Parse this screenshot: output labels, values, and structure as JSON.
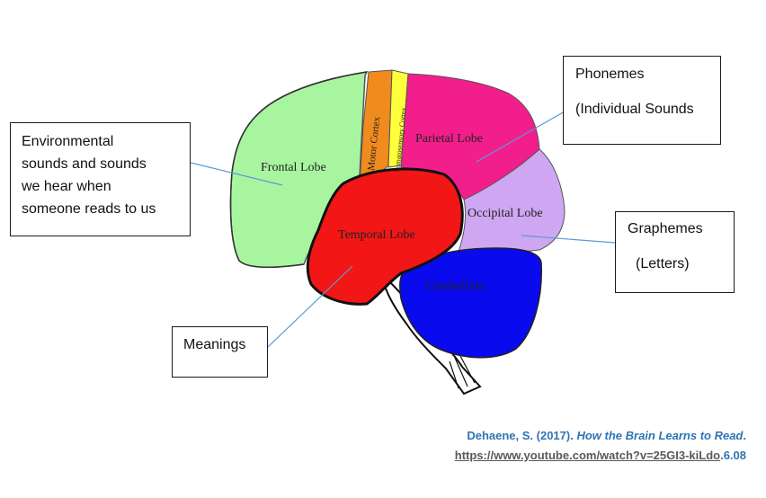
{
  "diagram": {
    "lobes": {
      "frontal": "Frontal Lobe",
      "motor": "Motor Cortex",
      "somatosensory": "Somatosensory Cortex",
      "parietal": "Parietal Lobe",
      "occipital": "Occipital Lobe",
      "temporal": "Temporal Lobe",
      "cerebellum": "Cerebellum"
    },
    "colors": {
      "frontal": "#a8f5a0",
      "motor": "#f08c1e",
      "somatosensory": "#ffff3c",
      "parietal": "#f21e8c",
      "occipital": "#cfa6f2",
      "temporal": "#f21616",
      "cerebellum": "#0a0aee",
      "brainstem": "#ffffff",
      "leader_line": "#5b9bd5"
    },
    "callouts": {
      "environment": [
        "Environmental",
        "sounds and sounds",
        "we hear when",
        "someone reads to us"
      ],
      "phonemes": [
        "Phonemes",
        "(Individual Sounds"
      ],
      "graphemes": [
        "Graphemes",
        "(Letters)"
      ],
      "meanings": [
        "Meanings"
      ]
    }
  },
  "citation": {
    "author_year": "Dehaene, S. (2017). ",
    "title": "How the Brain Learns to Read",
    "title_end": ".",
    "url": "https://www.youtube.com/watch?v=25GI3-kiLdo",
    "time": ".6.08"
  }
}
